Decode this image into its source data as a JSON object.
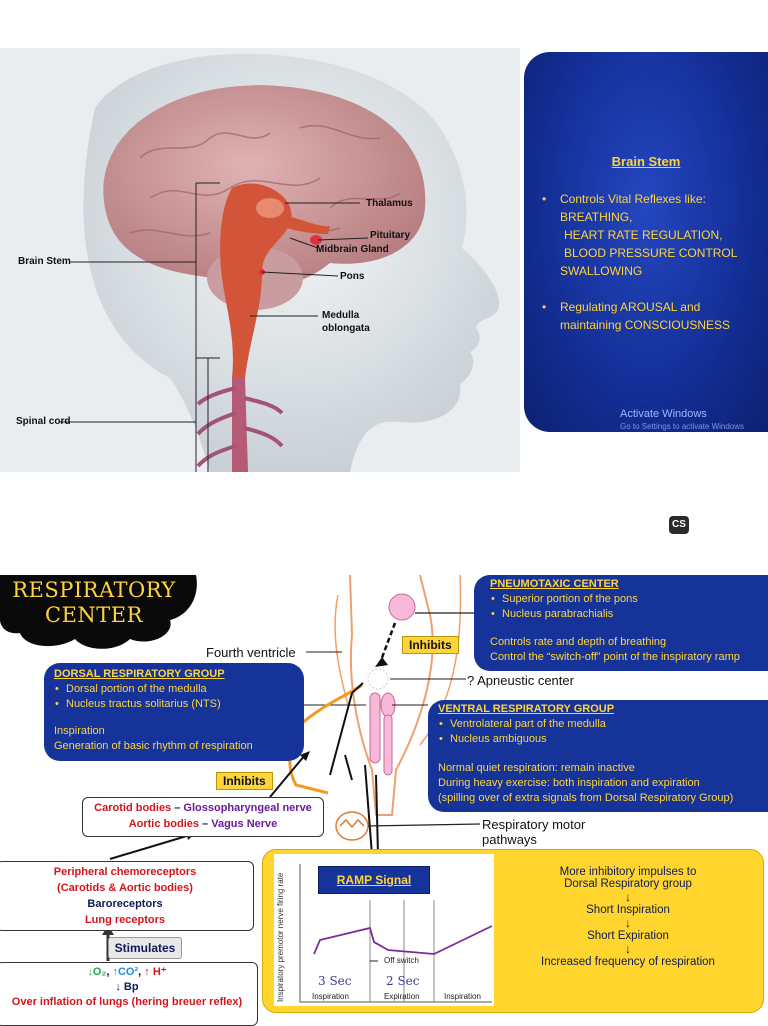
{
  "brain": {
    "labels": {
      "thalamus": "Thalamus",
      "pituitary": "Pituitary",
      "midbrain_gland": "Midbrain Gland",
      "pons": "Pons",
      "medulla": "Medulla",
      "oblongata": "oblongata",
      "brain_stem": "Brain Stem",
      "spinal_cord": "Spinal cord"
    }
  },
  "brain_stem_box": {
    "title": "Brain Stem",
    "items": [
      {
        "text": "Controls Vital Reflexes like:",
        "sub": [
          "BREATHING,",
          "HEART RATE REGULATION,",
          "BLOOD PRESSURE CONTROL",
          "SWALLOWING"
        ]
      },
      {
        "text": "Regulating AROUSAL and",
        "sub": [
          "maintaining CONSCIOUSNESS"
        ]
      }
    ],
    "watermark_line1": "Activate Windows",
    "watermark_line2": "Go to Settings to activate Windows"
  },
  "badge": "CS",
  "respiratory": {
    "title_line1": "RESPIRATORY",
    "title_line2": "CENTER",
    "fourth_ventricle": "Fourth ventricle",
    "apneustic": "? Apneustic center",
    "inhibits_top": "Inhibits",
    "inhibits_left": "Inhibits",
    "motor_line1": "Respiratory motor",
    "motor_line2": "pathways",
    "pneumotaxic": {
      "title": "PNEUMOTAXIC CENTER",
      "bullets": [
        "Superior portion of the pons",
        "Nucleus parabrachialis"
      ],
      "desc1": "Controls rate and depth of breathing",
      "desc2": "Control the “switch-off” point of the inspiratory ramp"
    },
    "dorsal": {
      "title": "DORSAL RESPIRATORY GROUP",
      "bullets": [
        "Dorsal portion of the medulla",
        "Nucleus tractus solitarius (NTS)"
      ],
      "desc1": "Inspiration",
      "desc2": "Generation of basic rhythm of respiration"
    },
    "ventral": {
      "title": "VENTRAL RESPIRATORY GROUP",
      "bullets": [
        "Ventrolateral part of the medulla",
        "Nucleus ambiguous"
      ],
      "desc1": "Normal quiet respiration: remain inactive",
      "desc2": "During heavy exercise: both inspiration and expiration",
      "desc3": "(spilling over of extra signals from Dorsal Respiratory Group)"
    },
    "carotid": {
      "a1": "Carotid bodies",
      "a2": " – ",
      "a3": "Glossopharyngeal nerve",
      "b1": "Aortic bodies",
      "b2": " – ",
      "b3": "Vagus Nerve"
    },
    "peripheral": {
      "l1": "Peripheral chemoreceptors",
      "l2": "(Carotids & Aortic bodies)",
      "l3": "Baroreceptors",
      "l4": "Lung receptors"
    },
    "stimulates": "Stimulates",
    "stimuli": {
      "o2": "↓O₂",
      "co2": "↑CO²",
      "h": "↑ H⁺",
      "bp": "↓ Bp",
      "overinflation": "Over inflation of lungs (hering breuer reflex)"
    },
    "ramp": {
      "label": "RAMP Signal",
      "yaxis": "Inspiratory premotor nerve firing rate",
      "off_switch": "Off switch",
      "sec1": "3 Sec",
      "sec2": "2 Sec",
      "insp1": "Inspiration",
      "exp": "Expiration",
      "insp2": "Inspiration"
    },
    "flow": {
      "f1": "More inhibitory impulses to",
      "f2": "Dorsal Respiratory group",
      "f3": "Short Inspiration",
      "f4": "Short Expiration",
      "f5": "Increased frequency of respiration",
      "arrow": "↓"
    }
  }
}
